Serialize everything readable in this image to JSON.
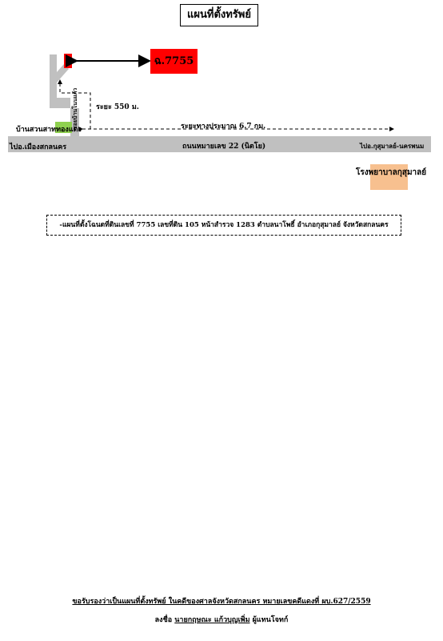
{
  "title": "แผนที่ตั้งทรัพย์",
  "parcel_label": "ฉ.7755",
  "distance_to_road": "ระยะ 550 ม.",
  "distance_along_road": "ระยะทางประมาณ 6.7 กม.",
  "village_label": "บ้านสวนสาททองแดง",
  "side_road_label": "ซอยบ้านโนนแก้ว",
  "road_left_label": "ไปอ.เมืองสกลนคร",
  "road_center_label": "ถนนหมายเลข 22 (นิตโย)",
  "road_right_label": "ไปอ.กุสุมาลย์-นครพนม",
  "hospital_label": "โรงพยาบาลกุสุมาลย์",
  "info_text": "-แผนที่ตั้งโฉนดที่ดินเลขที่  7755  เลขที่ดิน 105  หน้าสำรวจ  1283  ตำบลนาโพธิ์  อำเภอกุสุมาลย์ จังหวัดสกลนคร",
  "footer": {
    "line1": "ขอรับรองว่าเป็นแผนที่ตั้งทรัพย์ ในคดีของศาลจังหวัดสกลนคร หมายเลขคดีแดงที่  ผบ.627/2559",
    "sign_prefix": "ลงชื่อ",
    "sign_name": "นายกฤษณะ แก้วบุญเพิ่ม",
    "sign_suffix": "ผู้แทนโจทก์"
  },
  "colors": {
    "road": "#c0c0c0",
    "parcel": "#ff0000",
    "village": "#8fd14f",
    "hospital": "#f7c08f"
  }
}
